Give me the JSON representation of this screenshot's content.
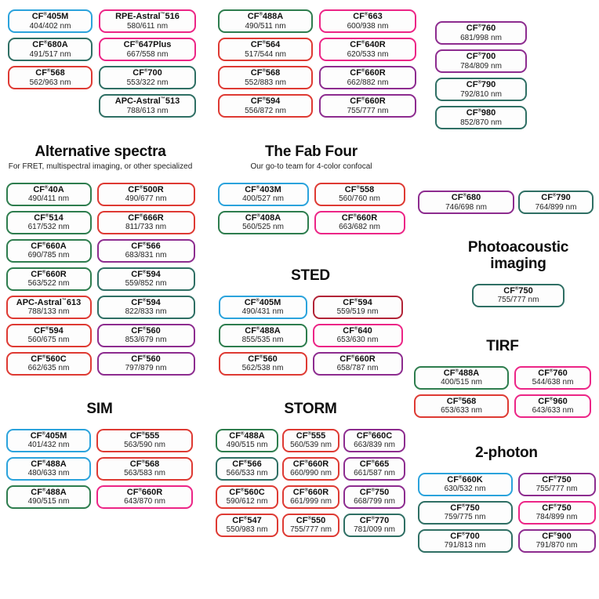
{
  "palette": {
    "blue": "#2ba3dc",
    "green": "#2e7d4e",
    "teal": "#2f6f64",
    "red": "#de3a33",
    "darkred": "#b22437",
    "pink": "#ec2586",
    "purple": "#8d2c8f"
  },
  "headers": {
    "alternative_spectra": {
      "title": "Alternative spectra",
      "subtitle": "For FRET, multispectral imaging, or other specialized"
    },
    "fab_four": {
      "title": "The Fab Four",
      "subtitle": "Our go-to team for 4-color confocal"
    },
    "sted": {
      "title": "STED"
    },
    "sim": {
      "title": "SIM"
    },
    "storm": {
      "title": "STORM"
    },
    "photoacoustic": {
      "title": "Photoacoustic imaging"
    },
    "tirf": {
      "title": "TIRF"
    },
    "two_photon": {
      "title": "2-photon"
    }
  },
  "groups": {
    "top1": [
      {
        "name": "CF®405M",
        "value": "404/402 nm",
        "color": "blue"
      },
      {
        "name": "CF®680A",
        "value": "491/517 nm",
        "color": "teal"
      },
      {
        "name": "CF®568",
        "value": "562/963 nm",
        "color": "red"
      }
    ],
    "top2": [
      {
        "name": "RPE-Astral™516",
        "value": "580/611 nm",
        "color": "pink"
      },
      {
        "name": "CF®647Plus",
        "value": "667/558 nm",
        "color": "pink"
      },
      {
        "name": "CF®700",
        "value": "553/322 nm",
        "color": "teal"
      },
      {
        "name": "APC-Astral™513",
        "value": "788/613 nm",
        "color": "teal"
      }
    ],
    "top3": [
      {
        "name": "CF®488A",
        "value": "490/511 nm",
        "color": "green"
      },
      {
        "name": "CF®564",
        "value": "517/544 nm",
        "color": "red"
      },
      {
        "name": "CF®568",
        "value": "552/883 nm",
        "color": "red"
      },
      {
        "name": "CF®594",
        "value": "556/872 nm",
        "color": "red"
      }
    ],
    "top4": [
      {
        "name": "CF®663",
        "value": "600/938 nm",
        "color": "pink"
      },
      {
        "name": "CF®640R",
        "value": "620/533 nm",
        "color": "pink"
      },
      {
        "name": "CF®660R",
        "value": "662/882 nm",
        "color": "purple"
      },
      {
        "name": "CF®660R",
        "value": "755/777 nm",
        "color": "purple"
      }
    ],
    "top5": [
      {
        "name": "CF®760",
        "value": "681/998 nm",
        "color": "purple"
      },
      {
        "name": "CF®700",
        "value": "784/809 nm",
        "color": "purple"
      },
      {
        "name": "CF®790",
        "value": "792/810 nm",
        "color": "teal"
      },
      {
        "name": "CF®980",
        "value": "852/870 nm",
        "color": "teal"
      }
    ],
    "alt": [
      {
        "name": "CF®40A",
        "value": "490/411 nm",
        "color": "green"
      },
      {
        "name": "CF®500R",
        "value": "490/677 nm",
        "color": "red"
      },
      {
        "name": "CF®514",
        "value": "617/532 nm",
        "color": "green"
      },
      {
        "name": "CF®666R",
        "value": "811/733 nm",
        "color": "red"
      },
      {
        "name": "CF®660A",
        "value": "690/785 nm",
        "color": "green"
      },
      {
        "name": "CF®566",
        "value": "683/831 nm",
        "color": "purple"
      },
      {
        "name": "CF®660R",
        "value": "563/522 nm",
        "color": "green"
      },
      {
        "name": "CF®594",
        "value": "559/852 nm",
        "color": "teal"
      },
      {
        "name": "APC-Astral™613",
        "value": "788/133 nm",
        "color": "red"
      },
      {
        "name": "CF®594",
        "value": "822/833 nm",
        "color": "teal"
      },
      {
        "name": "CF®594",
        "value": "560/675 nm",
        "color": "red"
      },
      {
        "name": "CF®560",
        "value": "853/679 nm",
        "color": "purple"
      },
      {
        "name": "CF®560C",
        "value": "662/635 nm",
        "color": "red"
      },
      {
        "name": "CF®560",
        "value": "797/879 nm",
        "color": "purple"
      }
    ],
    "fab": [
      {
        "name": "CF®403M",
        "value": "400/527 nm",
        "color": "blue"
      },
      {
        "name": "CF®558",
        "value": "560/760 nm",
        "color": "red"
      },
      {
        "name": "CF®408A",
        "value": "560/525 nm",
        "color": "green"
      },
      {
        "name": "CF®660R",
        "value": "663/682 nm",
        "color": "pink"
      }
    ],
    "sted": [
      {
        "name": "CF®405M",
        "value": "490/431 nm",
        "color": "blue"
      },
      {
        "name": "CF®594",
        "value": "559/519 nm",
        "color": "darkred"
      },
      {
        "name": "CF®488A",
        "value": "855/535 nm",
        "color": "green"
      },
      {
        "name": "CF®640",
        "value": "653/630 nm",
        "color": "pink"
      },
      {
        "name": "CF®560",
        "value": "562/538 nm",
        "color": "red"
      },
      {
        "name": "CF®660R",
        "value": "658/787 nm",
        "color": "purple"
      }
    ],
    "sim": [
      {
        "name": "CF®405M",
        "value": "401/432 nm",
        "color": "blue"
      },
      {
        "name": "CF®555",
        "value": "563/590 nm",
        "color": "red"
      },
      {
        "name": "CF®488A",
        "value": "480/633 nm",
        "color": "blue"
      },
      {
        "name": "CF®568",
        "value": "563/583 nm",
        "color": "red"
      },
      {
        "name": "CF®488A",
        "value": "490/515 nm",
        "color": "green"
      },
      {
        "name": "CF®660R",
        "value": "643/870 nm",
        "color": "pink"
      }
    ],
    "storm": [
      {
        "name": "CF®488A",
        "value": "490/515 nm",
        "color": "green"
      },
      {
        "name": "CF®555",
        "value": "560/539 nm",
        "color": "red"
      },
      {
        "name": "CF®660C",
        "value": "663/839 nm",
        "color": "purple"
      },
      {
        "name": "CF®566",
        "value": "566/533 nm",
        "color": "teal"
      },
      {
        "name": "CF®660R",
        "value": "660/990 nm",
        "color": "red"
      },
      {
        "name": "CF®665",
        "value": "661/587 nm",
        "color": "purple"
      },
      {
        "name": "CF®560C",
        "value": "590/612 nm",
        "color": "red"
      },
      {
        "name": "CF®660R",
        "value": "661/999 nm",
        "color": "red"
      },
      {
        "name": "CF®750",
        "value": "668/799 nm",
        "color": "purple"
      },
      {
        "name": "CF®547",
        "value": "550/983 nm",
        "color": "red"
      },
      {
        "name": "CF®550",
        "value": "755/777 nm",
        "color": "red"
      },
      {
        "name": "CF®770",
        "value": "781/009 nm",
        "color": "teal"
      }
    ],
    "pair": [
      {
        "name": "CF®680",
        "value": "746/698 nm",
        "color": "purple"
      },
      {
        "name": "CF®790",
        "value": "764/899 nm",
        "color": "teal"
      }
    ],
    "pa": [
      {
        "name": "CF®750",
        "value": "755/777 nm",
        "color": "teal"
      }
    ],
    "tirf": [
      {
        "name": "CF®488A",
        "value": "400/515 nm",
        "color": "green"
      },
      {
        "name": "CF®760",
        "value": "544/638 nm",
        "color": "pink"
      },
      {
        "name": "CF®568",
        "value": "653/633 nm",
        "color": "red"
      },
      {
        "name": "CF®960",
        "value": "643/633 nm",
        "color": "pink"
      }
    ],
    "tp": [
      {
        "name": "CF®660K",
        "value": "630/532 nm",
        "color": "blue"
      },
      {
        "name": "CF®750",
        "value": "755/777 nm",
        "color": "purple"
      },
      {
        "name": "CF®750",
        "value": "759/775 nm",
        "color": "teal"
      },
      {
        "name": "CF®750",
        "value": "784/899 nm",
        "color": "pink"
      },
      {
        "name": "CF®700",
        "value": "791/813 nm",
        "color": "teal"
      },
      {
        "name": "CF®900",
        "value": "791/870 nm",
        "color": "purple"
      }
    ]
  }
}
